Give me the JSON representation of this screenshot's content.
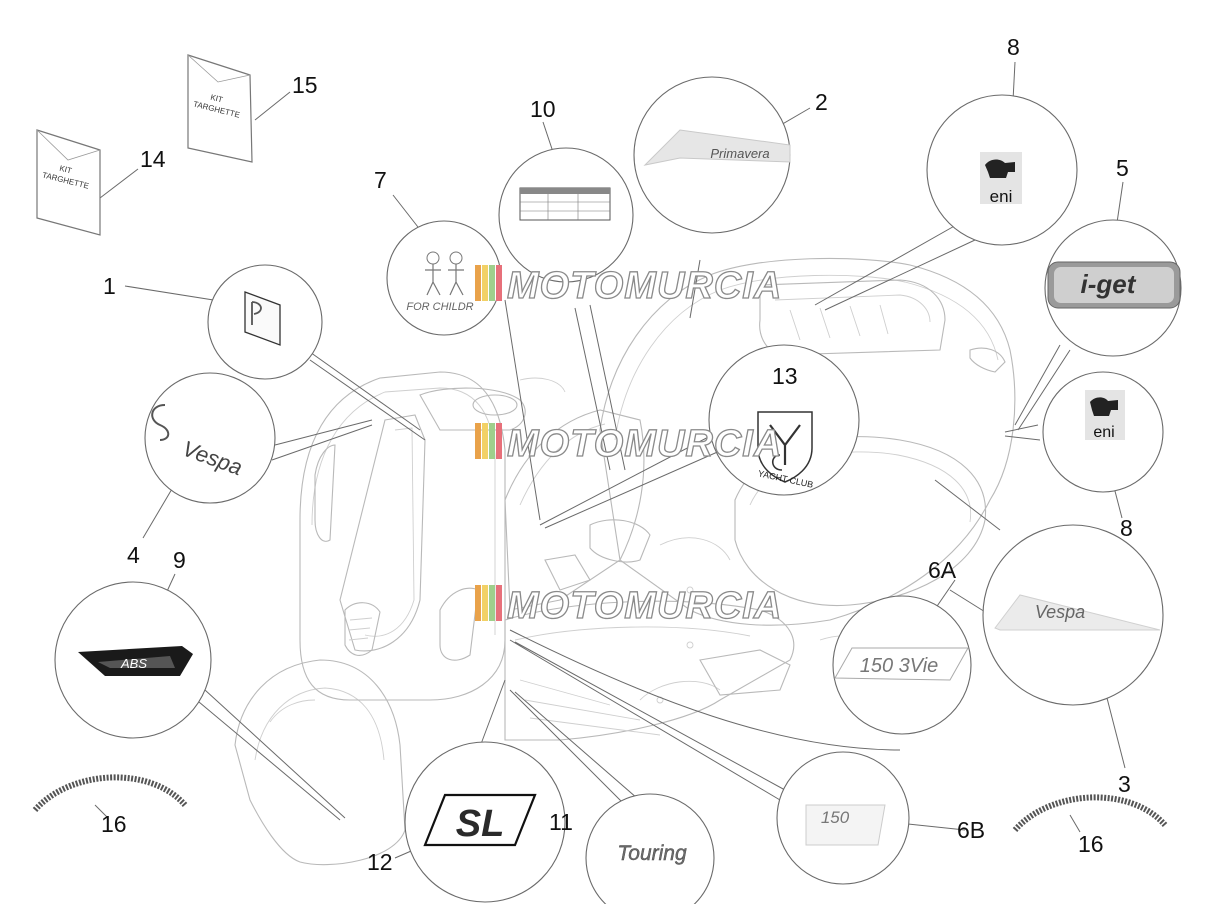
{
  "callouts": {
    "c1": "1",
    "c2": "2",
    "c3": "3",
    "c4": "4",
    "c5": "5",
    "c6a": "6A",
    "c6b": "6B",
    "c7": "7",
    "c8a": "8",
    "c8b": "8",
    "c9": "9",
    "c10": "10",
    "c11": "11",
    "c12": "12",
    "c13": "13",
    "c14": "14",
    "c15": "15",
    "c16a": "16",
    "c16b": "16"
  },
  "decals": {
    "kit_a": "KIT TARGHETTE",
    "kit_b": "KIT TARGHETTE",
    "kit_word": "KIT",
    "kit_name": "TARGHETTE",
    "primavera": "Primavera",
    "eni_a": "eni",
    "eni_b": "eni",
    "iget": "i-get",
    "vespa_small": "Vespa",
    "vespa_side": "Vespa",
    "abs": "ABS",
    "yacht_club": "YACHT CLUB",
    "model_150_3vie": "150 3Vie",
    "model_150": "150",
    "sl": "SL",
    "touring": "Touring",
    "for_children": "FOR CHILDR"
  },
  "watermark": {
    "text": "MOTOMURCIA",
    "stripe_colors": [
      "#e9a24a",
      "#f2d166",
      "#9fcf8c",
      "#e7707a"
    ]
  },
  "colors": {
    "line": "#6a6a6a",
    "ghost": "#b9b9b9",
    "callout": "#111111"
  }
}
